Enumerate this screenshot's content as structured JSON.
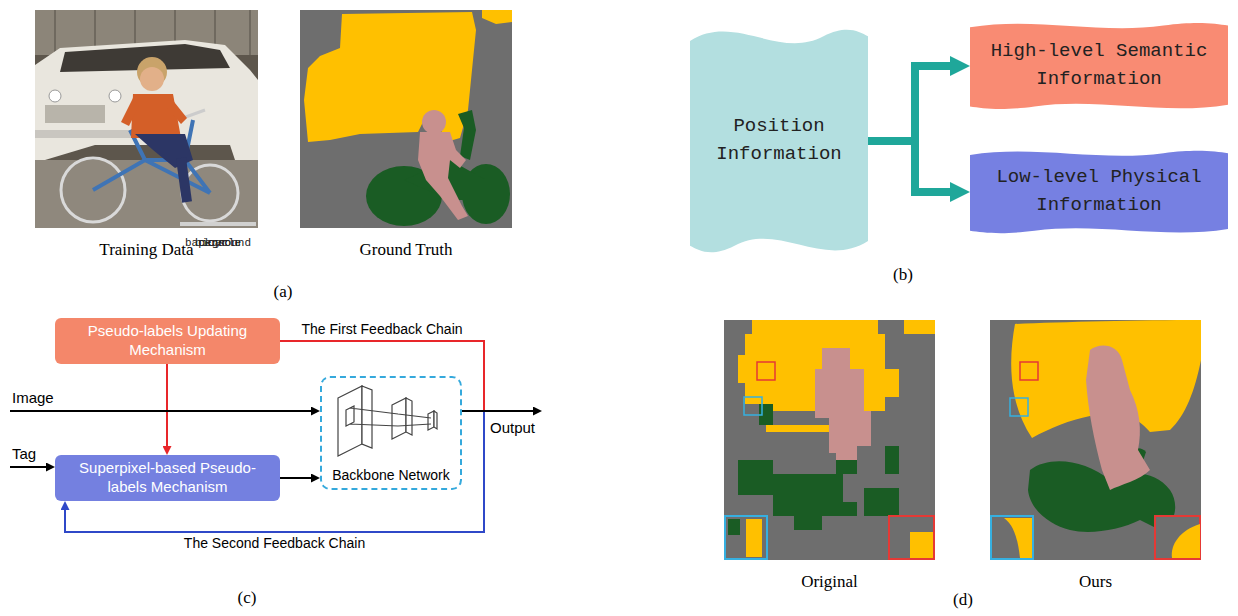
{
  "diagram": {
    "nodes": [
      {
        "text": [
          "Training Data"
        ]
      },
      {
        "text": [
          "car",
          "person",
          "bicycle",
          "background"
        ],
        "in": 0
      },
      {
        "text": [
          "Ground Truth"
        ]
      },
      {
        "text": [
          "Position Information"
        ]
      },
      {
        "text": [
          "High-level Semantic Information"
        ]
      },
      {
        "text": [
          "Low-level Physical Information"
        ]
      },
      {
        "text": [
          "Pseudo-labels Updating Mechanism"
        ]
      },
      {
        "text": [
          "Backbone Network"
        ]
      },
      {
        "text": [
          "Superpixel-based Pseudo-labels Mechanism"
        ]
      },
      {
        "text": [
          "Original"
        ]
      },
      {
        "text": [
          "Ours"
        ]
      }
    ],
    "edges": [
      {
        "from": 3,
        "to": 4,
        "arrow": "to"
      },
      {
        "from": 3,
        "to": 5,
        "arrow": "to"
      },
      {
        "from": 6,
        "to": 8,
        "arrow": "to"
      },
      {
        "from": 8,
        "to": 7,
        "arrow": "to"
      },
      {
        "from": 7,
        "to": 6,
        "arrow": "none",
        "label": "The First Feedback Chain"
      },
      {
        "from": 7,
        "to": 8,
        "arrow": "to",
        "label": "The Second Feedback Chain"
      }
    ],
    "labels": [
      "(a)",
      "(b)",
      "Image",
      "Tag",
      "Output",
      "(c)",
      "(d)"
    ]
  }
}
